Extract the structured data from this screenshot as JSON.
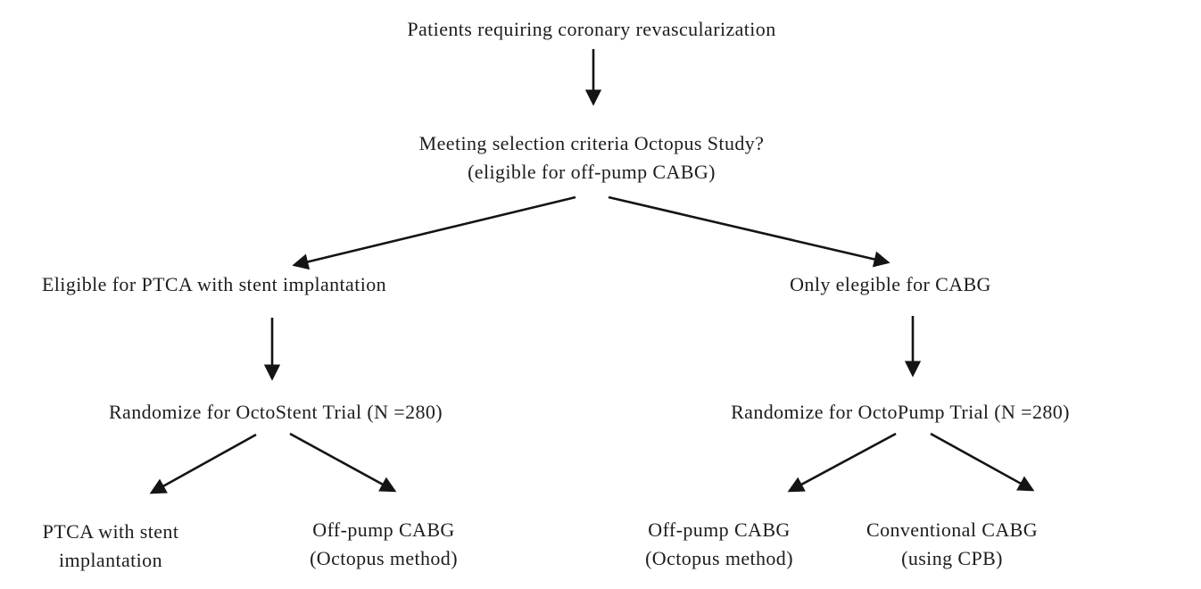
{
  "colors": {
    "background": "#ffffff",
    "text": "#1d1d1d",
    "arrow": "#141414"
  },
  "diagram": {
    "root": {
      "label": "Patients requiring coronary revascularization"
    },
    "selection": {
      "line1": "Meeting selection criteria Octopus Study?",
      "line2": "(eligible for off-pump CABG)"
    },
    "left_branch": {
      "eligibility": "Eligible for PTCA with stent implantation",
      "randomize": "Randomize for OctoStent Trial (N =280)",
      "arm1": {
        "line1": "PTCA with stent",
        "line2": "implantation"
      },
      "arm2": {
        "line1": "Off-pump CABG",
        "line2": "(Octopus method)"
      }
    },
    "right_branch": {
      "eligibility": "Only elegible for CABG",
      "randomize": "Randomize for OctoPump Trial (N =280)",
      "arm1": {
        "line1": "Off-pump CABG",
        "line2": "(Octopus method)"
      },
      "arm2": {
        "line1": "Conventional CABG",
        "line2": "(using CPB)"
      }
    }
  }
}
